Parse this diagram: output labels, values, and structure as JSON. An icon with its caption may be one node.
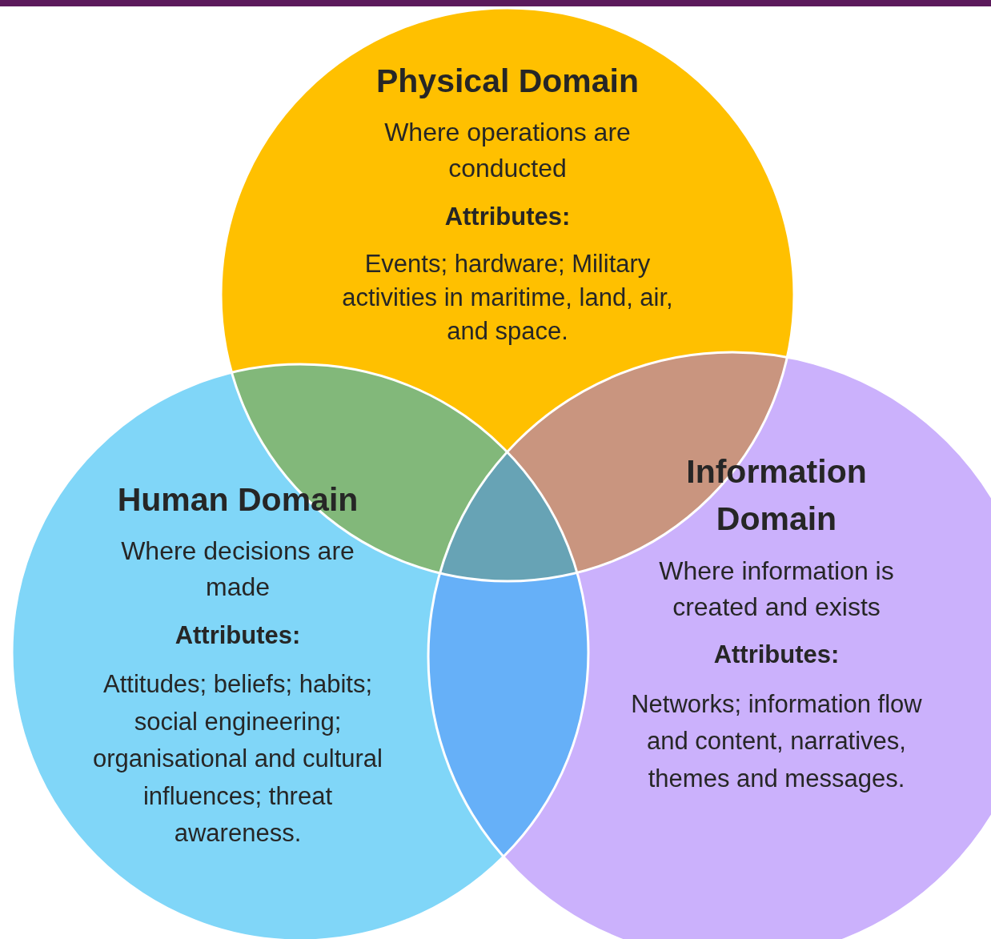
{
  "diagram": {
    "nodes": [
      {
        "text": [
          "Physical Domain",
          "Where operations are conducted",
          "Attributes:",
          "Events; hardware; Military activities in maritime, land, air, and space."
        ]
      },
      {
        "text": [
          "Human Domain",
          "Where decisions are made",
          "Attributes:",
          "Attitudes; beliefs; habits; social engineering; organisational and cultural influences; threat awareness."
        ]
      },
      {
        "text": [
          "Information Domain",
          "Where information is created and exists",
          "Attributes:",
          "Networks; information flow and content, narratives, themes and messages."
        ]
      }
    ]
  }
}
